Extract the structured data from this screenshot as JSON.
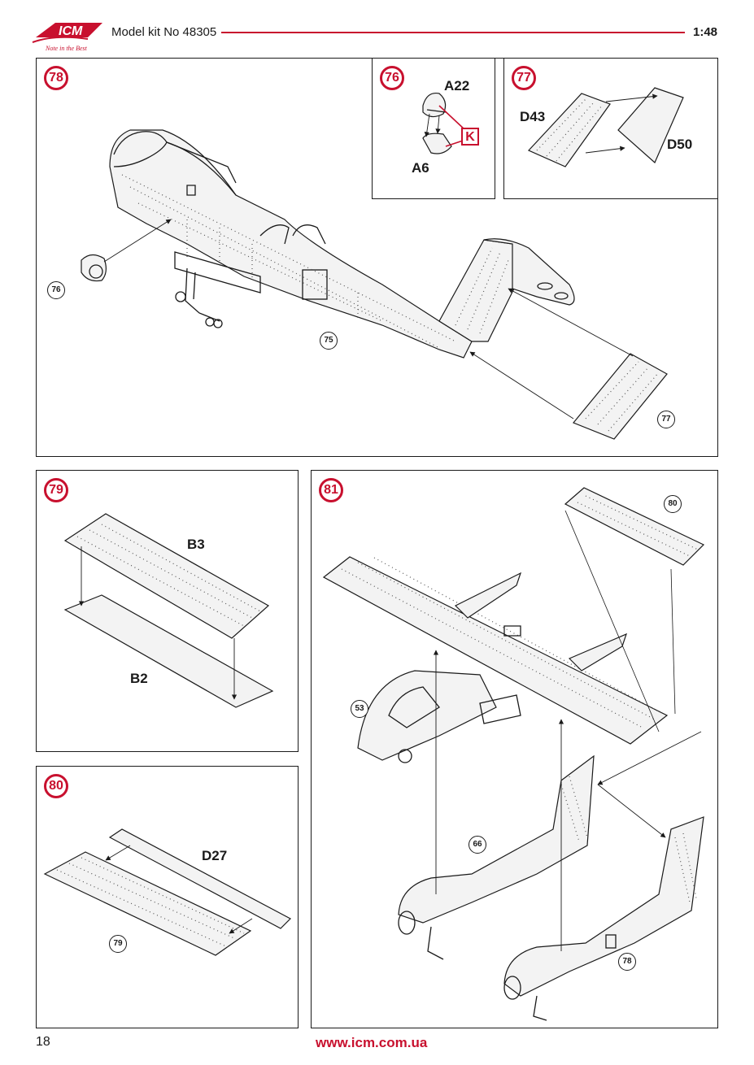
{
  "header": {
    "logo_text": "ICM",
    "logo_tagline": "Note in the Best",
    "kit_label": "Model kit No 48305",
    "scale": "1:48"
  },
  "colors": {
    "accent": "#c8102e",
    "ink": "#1a1a1a"
  },
  "steps": [
    {
      "number": "78",
      "refs": [
        "76",
        "75",
        "77"
      ]
    },
    {
      "number": "76",
      "parts": [
        "A22",
        "A6"
      ],
      "marker": "K"
    },
    {
      "number": "77",
      "parts": [
        "D43",
        "D50"
      ]
    },
    {
      "number": "79",
      "parts": [
        "B3",
        "B2"
      ]
    },
    {
      "number": "80",
      "parts": [
        "D27"
      ],
      "refs": [
        "79"
      ]
    },
    {
      "number": "81",
      "refs": [
        "80",
        "53",
        "66",
        "78"
      ]
    }
  ],
  "footer": {
    "page_number": "18",
    "url": "www.icm.com.ua"
  }
}
